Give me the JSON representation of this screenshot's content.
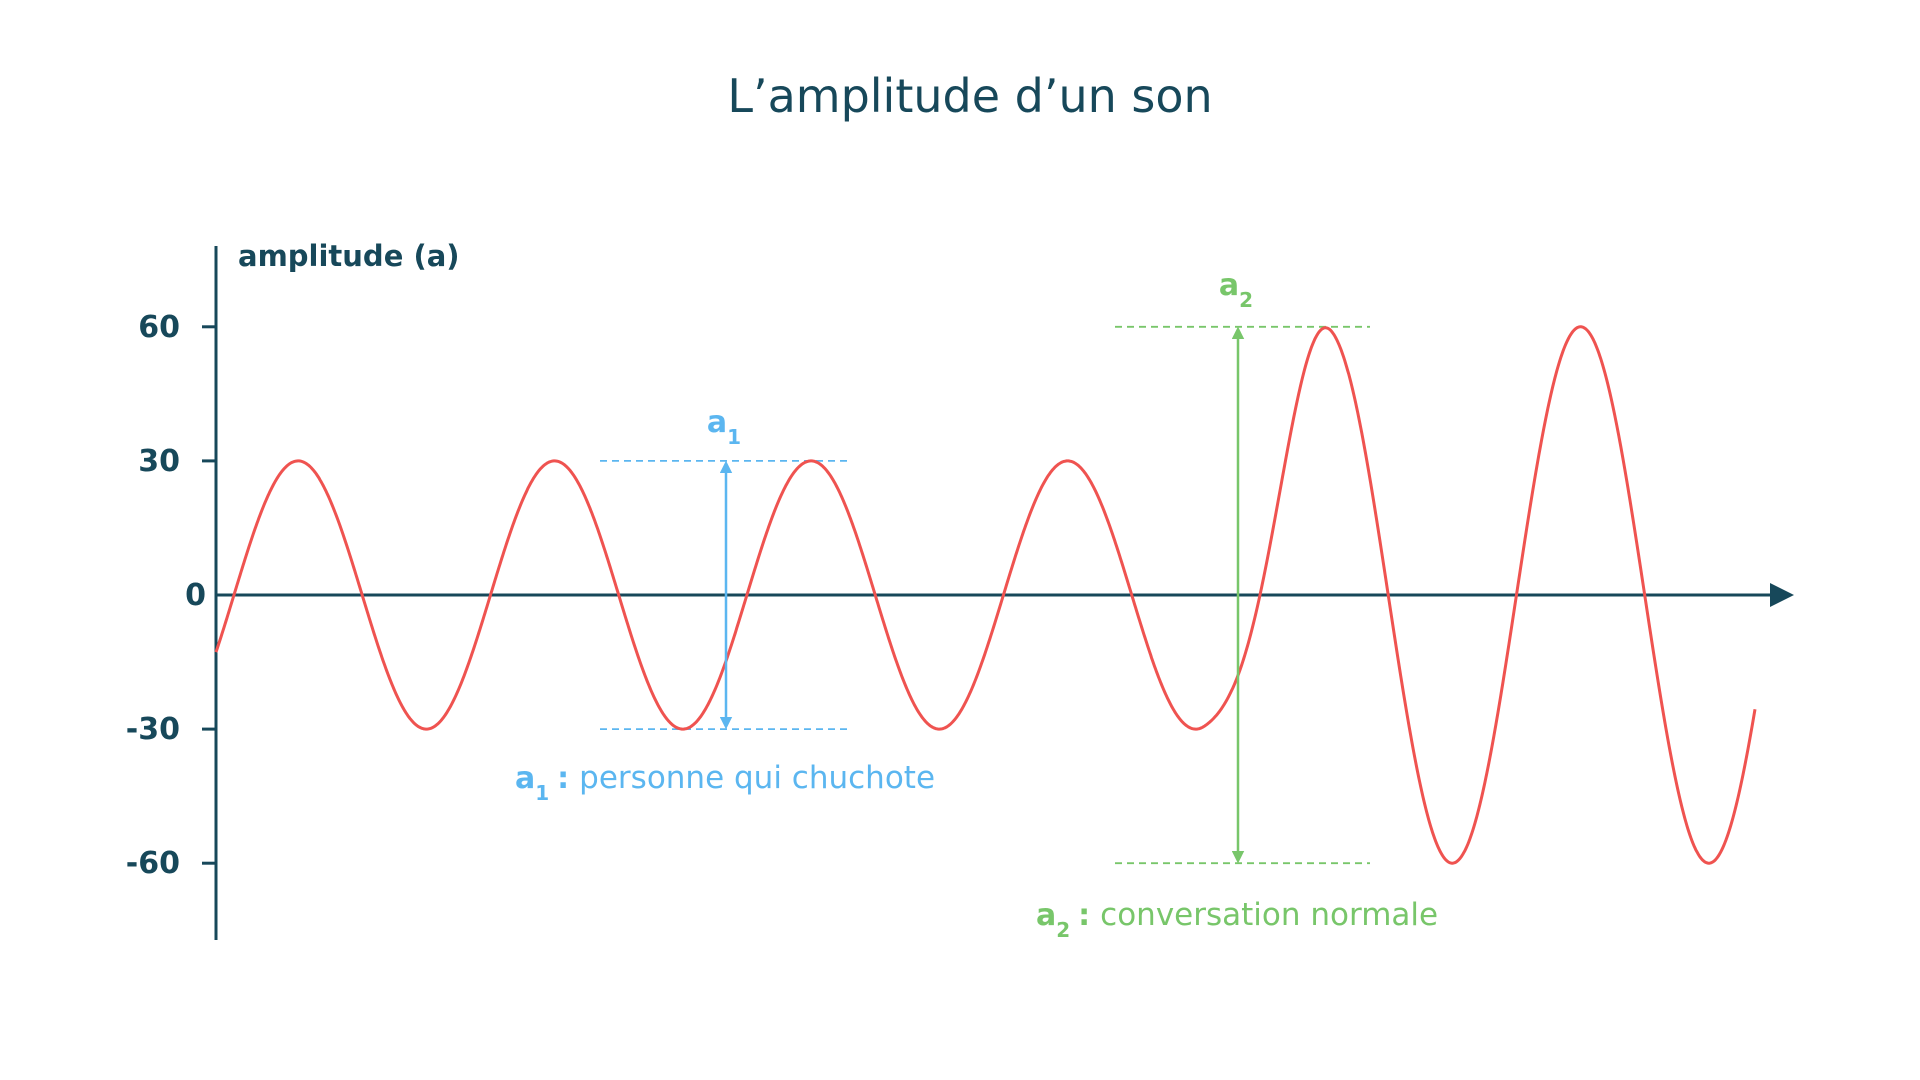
{
  "chart_data": {
    "type": "line",
    "title": "L’amplitude d’un son",
    "ylabel": "amplitude (a)",
    "xlabel": "",
    "ylim": [
      -75,
      80
    ],
    "y_ticks": [
      60,
      30,
      0,
      -30,
      -60
    ],
    "y_tick_labels": [
      "60",
      "30",
      "0",
      "-30",
      "-60"
    ],
    "grid": false,
    "series": [
      {
        "color": "#ef5350",
        "segments": [
          {
            "amplitude": 30,
            "cycles": 3.85
          },
          {
            "amplitude": 60,
            "cycles": 2.15
          }
        ]
      }
    ],
    "annotations": [
      {
        "letter": "a",
        "sub": "1",
        "sep": ":",
        "description": "personne qui chuchote",
        "from": 30,
        "to": -30,
        "color": "#5bb6f0"
      },
      {
        "letter": "a",
        "sub": "2",
        "sep": ":",
        "description": "conversation normale",
        "from": 60,
        "to": -60,
        "color": "#78c66a"
      }
    ],
    "colors": {
      "axis": "#17485a"
    }
  }
}
